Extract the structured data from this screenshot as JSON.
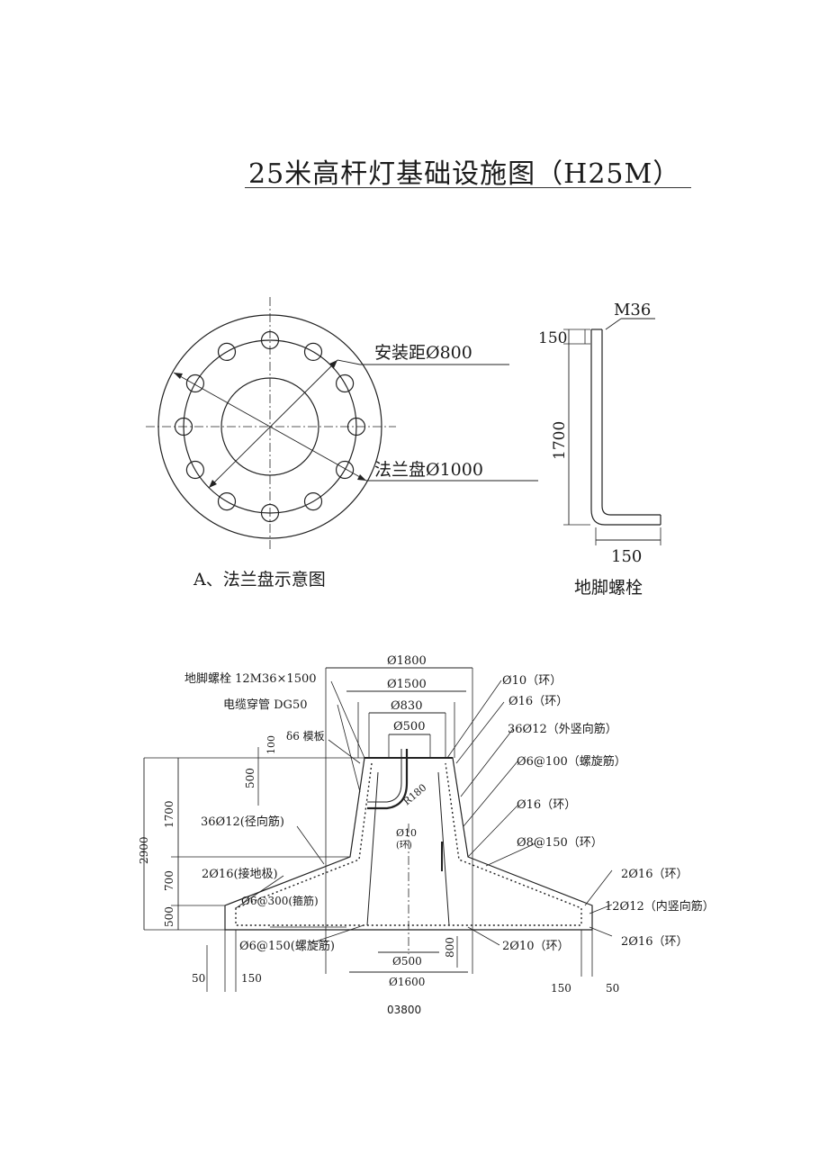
{
  "title": "25米高杆灯基础设施图（H25M）",
  "flange": {
    "caption": "A、法兰盘示意图",
    "mount_label": "安装距Ø800",
    "flange_label": "法兰盘Ø1000",
    "bolt_count": 12
  },
  "anchor": {
    "caption": "地脚螺栓",
    "thread": "M36",
    "top_len": "150",
    "len": "1700",
    "foot_len": "150"
  },
  "section": {
    "top_dims": [
      "Ø1800",
      "Ø1500",
      "Ø830",
      "Ø500"
    ],
    "left_callouts": [
      "地脚螺栓 12M36×1500",
      "电缆穿管 DG50",
      "δ6 模板",
      "36Ø12(径向筋)",
      "2Ø16(接地极)",
      "Ø6@300(箍筋)",
      "Ø6@150(螺旋筋)"
    ],
    "right_callouts": [
      "Ø10（环）",
      "Ø16（环）",
      "36Ø12（外竖向筋）",
      "Ø6@100（螺旋筋）",
      "Ø16（环）",
      "Ø8@150（环）",
      "2Ø16（环）",
      "12Ø12（内竖向筋）",
      "2Ø16（环）",
      "2Ø10（环）"
    ],
    "inner_labels": [
      "R180",
      "Ø10",
      "(环)"
    ],
    "left_dims": [
      "100",
      "500",
      "1700",
      "2900",
      "700",
      "500"
    ],
    "bottom_dims": [
      "Ø500",
      "800",
      "Ø1600",
      "50",
      "150",
      "150",
      "50"
    ],
    "base_label": "03800"
  }
}
